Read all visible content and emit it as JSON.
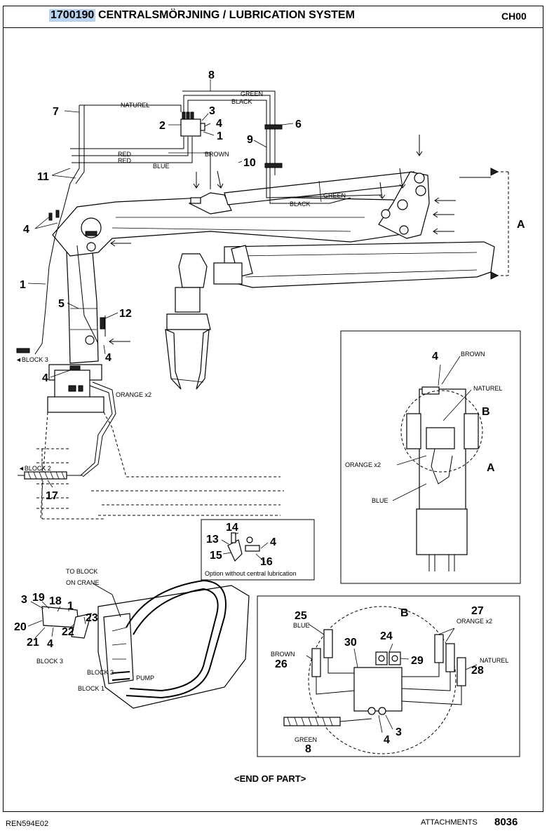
{
  "header": {
    "part_number": "1700190",
    "title": "CENTRALSMÖRJNING / LUBRICATION SYSTEM",
    "code": "CH00"
  },
  "callouts": {
    "n1a": "1",
    "n1b": "1",
    "n1c": "1",
    "n2": "2",
    "n3a": "3",
    "n3b": "3",
    "n3c": "3",
    "n4a": "4",
    "n4b": "4",
    "n4c": "4",
    "n4d": "4",
    "n4e": "4",
    "n4f": "4",
    "n4g": "4",
    "n4h": "4",
    "n5": "5",
    "n6": "6",
    "n7": "7",
    "n8a": "8",
    "n8b": "8",
    "n9": "9",
    "n10": "10",
    "n11": "11",
    "n12": "12",
    "n13": "13",
    "n14": "14",
    "n15": "15",
    "n16": "16",
    "n17": "17",
    "n18": "18",
    "n19": "19",
    "n20": "20",
    "n21": "21",
    "n22": "22",
    "n23": "23",
    "n24": "24",
    "n25": "25",
    "n26": "26",
    "n27": "27",
    "n28": "28",
    "n29": "29",
    "n30": "30",
    "viewA1": "A",
    "viewA2": "A",
    "viewB1": "B",
    "viewB2": "B"
  },
  "labels": {
    "naturel_top": "NATUREL",
    "green_top": "GREEN",
    "black_top": "BLACK",
    "red1": "RED",
    "red2": "RED",
    "blue_top": "BLUE",
    "brown_top": "BROWN",
    "green_mid": "GREEN",
    "black_mid": "BLACK",
    "block3_left": "◄BLOCK 3",
    "orange_left": "ORANGE x2",
    "block2_left": "◄BLOCK 2",
    "option_caption": "Option without central lubrication",
    "brown_a": "BROWN",
    "naturel_a": "NATUREL",
    "orange_a": "ORANGE x2",
    "blue_a": "BLUE",
    "to_block": "TO BLOCK",
    "on_crane": "ON CRANE",
    "block3": "BLOCK 3",
    "block2": "BLOCK 2",
    "pump": "PUMP",
    "block1": "BLOCK 1",
    "blue_b": "BLUE",
    "orange_b": "ORANGE x2",
    "brown_b": "BROWN",
    "naturel_b": "NATUREL",
    "green_b": "GREEN"
  },
  "end_of_part": "<END OF PART>",
  "footer": {
    "doc_code": "REN594E02",
    "section": "ATTACHMENTS",
    "page": "8036"
  }
}
